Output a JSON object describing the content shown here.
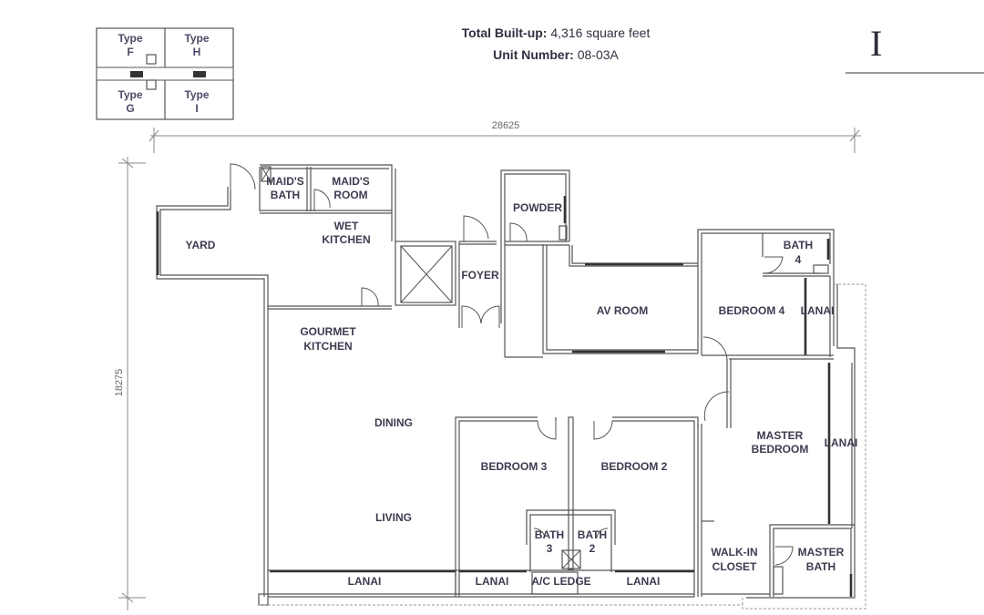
{
  "header": {
    "built_up_label": "Total Built-up:",
    "built_up_value": "4,316 square feet",
    "unit_number_label": "Unit Number:",
    "unit_number_value": "08-03A",
    "unit_type": "I"
  },
  "key_plan": {
    "types": [
      {
        "line1": "Type",
        "line2": "F"
      },
      {
        "line1": "Type",
        "line2": "H"
      },
      {
        "line1": "Type",
        "line2": "G"
      },
      {
        "line1": "Type",
        "line2": "I"
      }
    ]
  },
  "dimensions": {
    "width": "28625",
    "depth": "18275"
  },
  "rooms": {
    "maids_bath": [
      "MAID'S",
      "BATH"
    ],
    "maids_room": [
      "MAID'S",
      "ROOM"
    ],
    "wet_kitchen": [
      "WET",
      "KITCHEN"
    ],
    "yard": "YARD",
    "powder": "POWDER",
    "foyer": "FOYER",
    "av_room": "AV ROOM",
    "bath4": [
      "BATH",
      "4"
    ],
    "bedroom4": "BEDROOM 4",
    "lanai_bed4": "LANAI",
    "gourmet_kitchen": [
      "GOURMET",
      "KITCHEN"
    ],
    "dining": "DINING",
    "living": "LIVING",
    "bedroom3": "BEDROOM 3",
    "bedroom2": "BEDROOM 2",
    "master_bedroom": [
      "MASTER",
      "BEDROOM"
    ],
    "lanai_master": "LANAI",
    "bath3": [
      "BATH",
      "3"
    ],
    "bath2": [
      "BATH",
      "2"
    ],
    "walk_in_closet": [
      "WALK-IN",
      "CLOSET"
    ],
    "master_bath": [
      "MASTER",
      "BATH"
    ],
    "lanai_living": "LANAI",
    "lanai_bed3": "LANAI",
    "ac_ledge": "A/C LEDGE",
    "lanai_bed2": "LANAI"
  }
}
